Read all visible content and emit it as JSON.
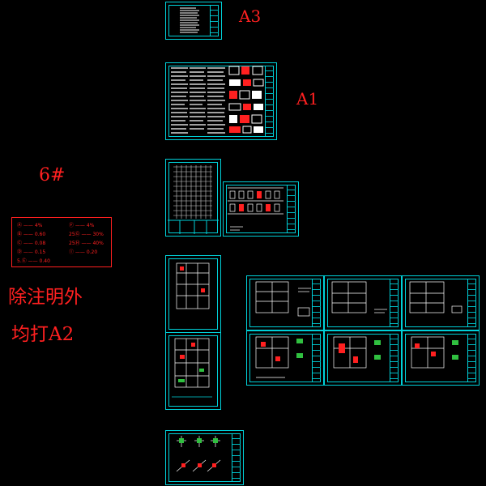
{
  "labels": {
    "size_a3": "A3",
    "size_a1": "A1",
    "building_no": "6#",
    "note_line1": "除注明外",
    "note_line2": "均打A2"
  },
  "legend": {
    "rows_left": [
      "Ⓐ  —— 4%",
      "Ⓑ  —— 0.60",
      "Ⓒ  —— 0.08",
      "Ⓓ  —— 0.15",
      "5.Ⓔ —— 0.40"
    ],
    "rows_right": [
      "Ⓕ  —— 4%",
      "25Ⓖ —— 30%",
      "25Ⓗ —— 40%",
      "Ⓘ  —— 0.20"
    ]
  },
  "colors": {
    "background": "#000000",
    "sheet_border": "#00d0d8",
    "annotation": "#ff2020",
    "drawing_lines": "#ffffff"
  },
  "sheets": [
    {
      "name": "sheet-a3-index"
    },
    {
      "name": "sheet-a1-notes"
    },
    {
      "name": "sheet-grid-plan"
    },
    {
      "name": "sheet-door-window-table"
    },
    {
      "name": "sheet-plan-1"
    },
    {
      "name": "sheet-plan-2"
    },
    {
      "name": "sheet-detail-1"
    },
    {
      "name": "sheet-detail-2"
    },
    {
      "name": "sheet-detail-3"
    },
    {
      "name": "sheet-detail-4"
    },
    {
      "name": "sheet-detail-5"
    },
    {
      "name": "sheet-detail-6"
    },
    {
      "name": "sheet-node-details"
    }
  ]
}
